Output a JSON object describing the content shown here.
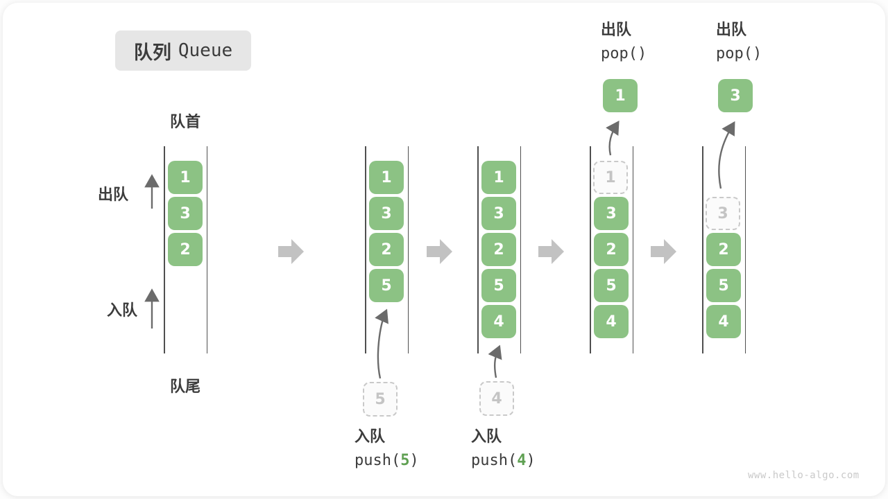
{
  "title": {
    "zh": "队列",
    "en": "Queue"
  },
  "labels": {
    "front": "队首",
    "rear": "队尾",
    "dequeue": "出队",
    "enqueue": "入队"
  },
  "operations": {
    "push5": {
      "label": "入队",
      "code_fn": "push(",
      "arg": "5",
      "code_close": ")"
    },
    "push4": {
      "label": "入队",
      "code_fn": "push(",
      "arg": "4",
      "code_close": ")"
    },
    "pop1": {
      "label": "出队",
      "code": "pop()"
    },
    "pop2": {
      "label": "出队",
      "code": "pop()"
    }
  },
  "states": [
    {
      "cells": [
        "1",
        "3",
        "2"
      ]
    },
    {
      "cells": [
        "1",
        "3",
        "2",
        "5"
      ],
      "incoming": "5"
    },
    {
      "cells": [
        "1",
        "3",
        "2",
        "5",
        "4"
      ],
      "incoming": "4"
    },
    {
      "removed": "1",
      "cells": [
        "3",
        "2",
        "5",
        "4"
      ],
      "popped": "1"
    },
    {
      "removed": "3",
      "cells": [
        "2",
        "5",
        "4"
      ],
      "popped": "3"
    }
  ],
  "watermark": "www.hello-algo.com",
  "colors": {
    "element_green": "#8cc284",
    "code_arg_green": "#5fa052",
    "text_dark": "#3c3c3c",
    "block_arrow_gray": "#c2c2c2",
    "thin_arrow_gray": "#6b6b6b",
    "badge_gray": "#e6e6e6"
  }
}
